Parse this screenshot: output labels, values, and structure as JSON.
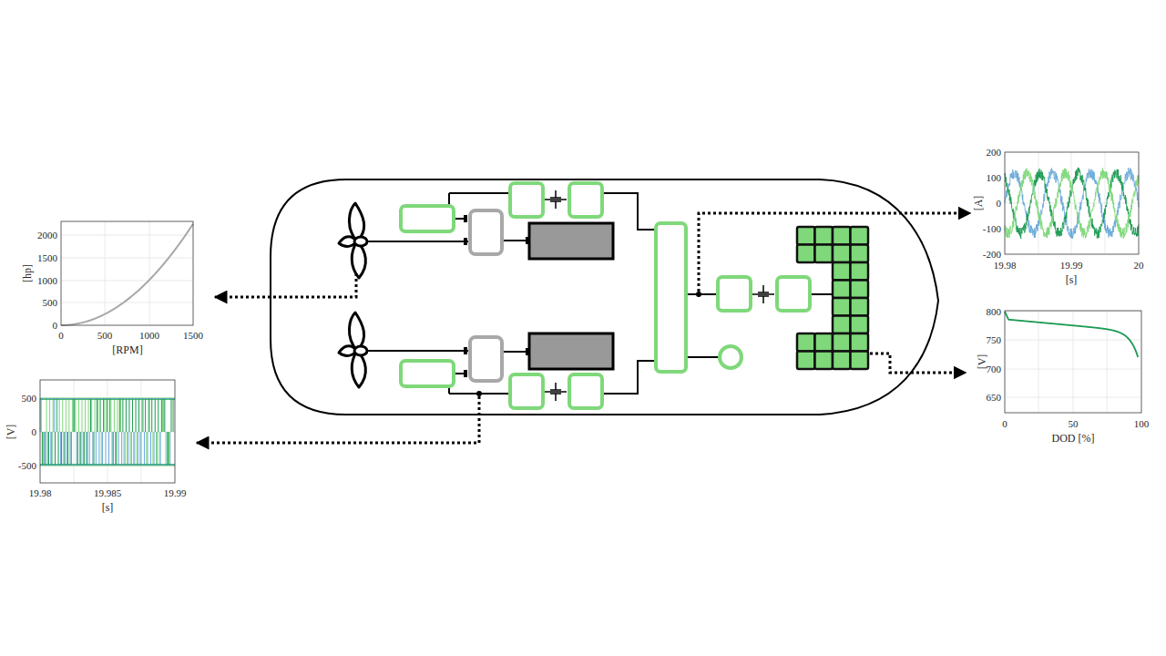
{
  "diagram": {
    "labels": [
      "2000",
      "1500",
      "1000",
      "500",
      "0",
      "0",
      "500",
      "1000",
      "1500",
      "[hp]",
      "[RPM]",
      "500",
      "0",
      "-500",
      "19.98",
      "19.985",
      "19.99",
      "[V]",
      "[s]",
      "200",
      "100",
      "0",
      "-100",
      "-200",
      "19.98",
      "19.99",
      "20",
      "[A]",
      "[s]",
      "800",
      "750",
      "700",
      "650",
      "0",
      "50",
      "100",
      "[V]",
      "DOD [%]"
    ]
  }
}
